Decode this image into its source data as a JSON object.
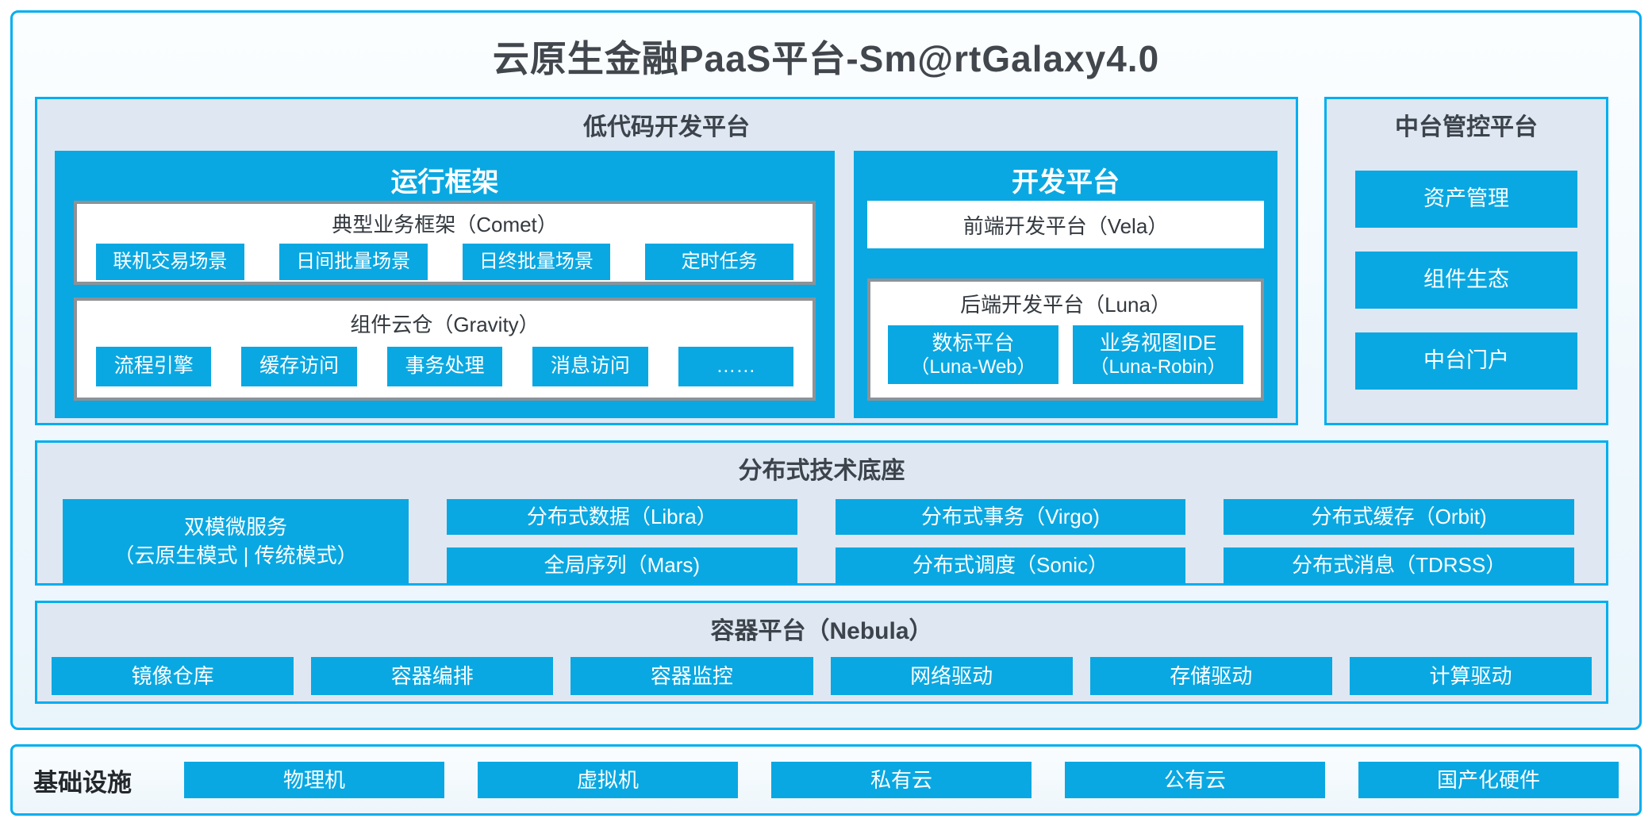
{
  "title": "云原生金融PaaS平台-Sm@rtGalaxy4.0",
  "colors": {
    "accent_border_blue": "#00AEEF",
    "button_blue": "#0AA8E2",
    "section_bg": "#DFE7F2",
    "outer_bg": "#F0F8FD",
    "grey_box_border": "#8D9297",
    "dark_text": "#3C434B"
  },
  "low_code": {
    "title": "低代码开发平台",
    "runtime": {
      "title": "运行框架",
      "comet": {
        "title": "典型业务框架（Comet）",
        "items": [
          "联机交易场景",
          "日间批量场景",
          "日终批量场景",
          "定时任务"
        ]
      },
      "gravity": {
        "title": "组件云仓（Gravity）",
        "items": [
          "流程引擎",
          "缓存访问",
          "事务处理",
          "消息访问",
          "……"
        ]
      }
    },
    "dev": {
      "title": "开发平台",
      "vela": "前端开发平台（Vela）",
      "luna": {
        "title": "后端开发平台（Luna）",
        "items": [
          {
            "line1": "数标平台",
            "line2": "（Luna-Web）"
          },
          {
            "line1": "业务视图IDE",
            "line2": "（Luna-Robin）"
          }
        ]
      }
    }
  },
  "mid_platform": {
    "title": "中台管控平台",
    "items": [
      "资产管理",
      "组件生态",
      "中台门户"
    ]
  },
  "distributed": {
    "title": "分布式技术底座",
    "dual_mode": {
      "line1": "双模微服务",
      "line2": "（云原生模式 | 传统模式）"
    },
    "grid": [
      [
        "分布式数据（Libra）",
        "全局序列（Mars)"
      ],
      [
        "分布式事务（Virgo)",
        "分布式调度（Sonic）"
      ],
      [
        "分布式缓存（Orbit)",
        "分布式消息（TDRSS）"
      ]
    ]
  },
  "container_platform": {
    "title": "容器平台（Nebula）",
    "items": [
      "镜像仓库",
      "容器编排",
      "容器监控",
      "网络驱动",
      "存储驱动",
      "计算驱动"
    ]
  },
  "infrastructure": {
    "title": "基础设施",
    "items": [
      "物理机",
      "虚拟机",
      "私有云",
      "公有云",
      "国产化硬件"
    ]
  }
}
